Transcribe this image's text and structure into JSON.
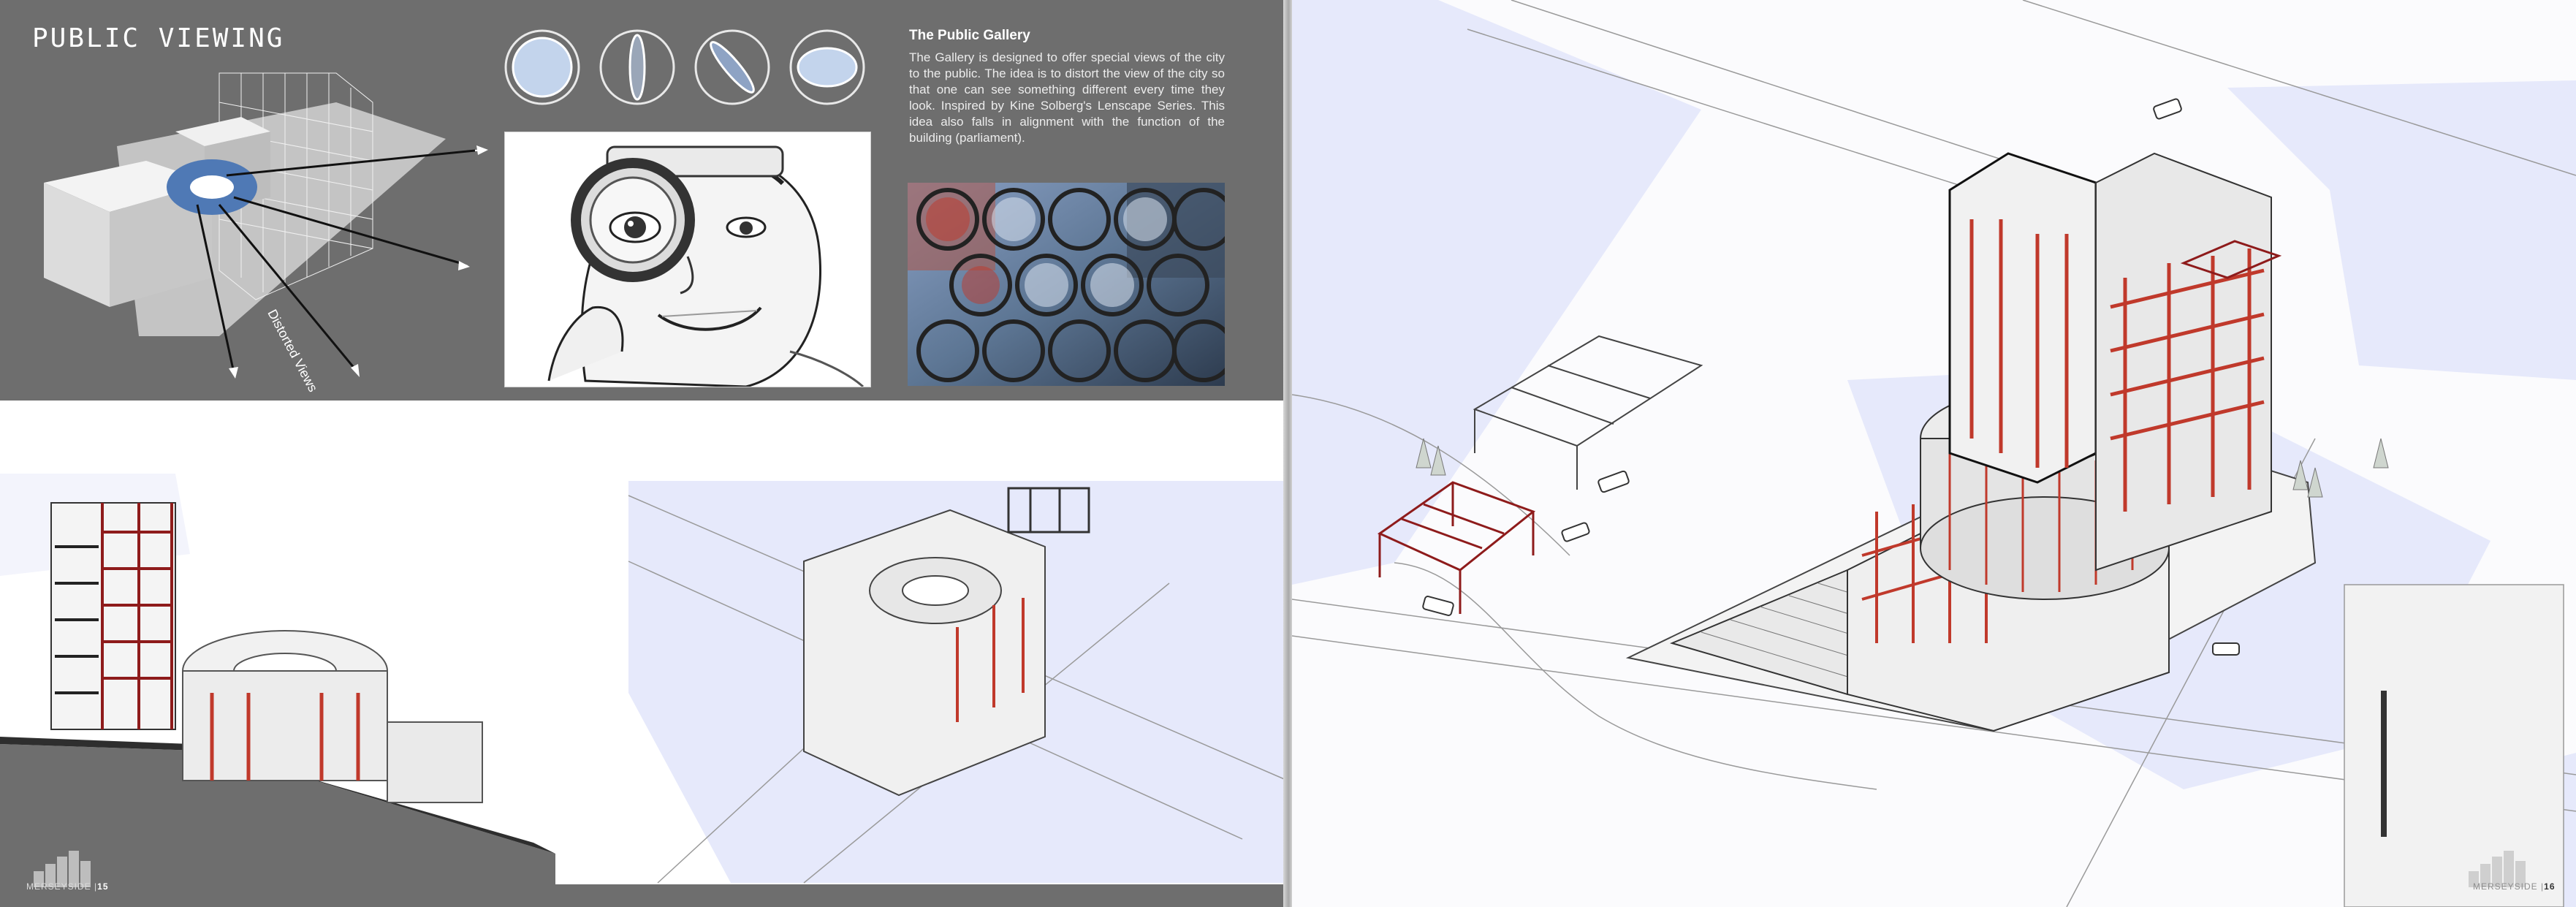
{
  "left_page": {
    "title": "PUBLIC VIEWING",
    "diagram_annotation": "Distorted Views",
    "gallery": {
      "heading": "The Public Gallery",
      "body": "The Gallery is designed to offer special views of the city to the public. The idea is to distort the view of the city so that one can see something different every time they look. Inspired by Kine Solberg's Lenscape Series. This idea also falls in alignment with the function of the building (parliament)."
    },
    "footer": {
      "brand": "MERSEYSIDE",
      "separator": "|",
      "page_number": "15"
    }
  },
  "right_page": {
    "footer": {
      "brand": "MERSEYSIDE",
      "separator": "|",
      "page_number": "16"
    }
  },
  "colors": {
    "band_grey": "#6e6e6e",
    "accent_red": "#c0392b",
    "lens_blue": "#a8bedf",
    "water_blue": "#e6e9fb"
  }
}
